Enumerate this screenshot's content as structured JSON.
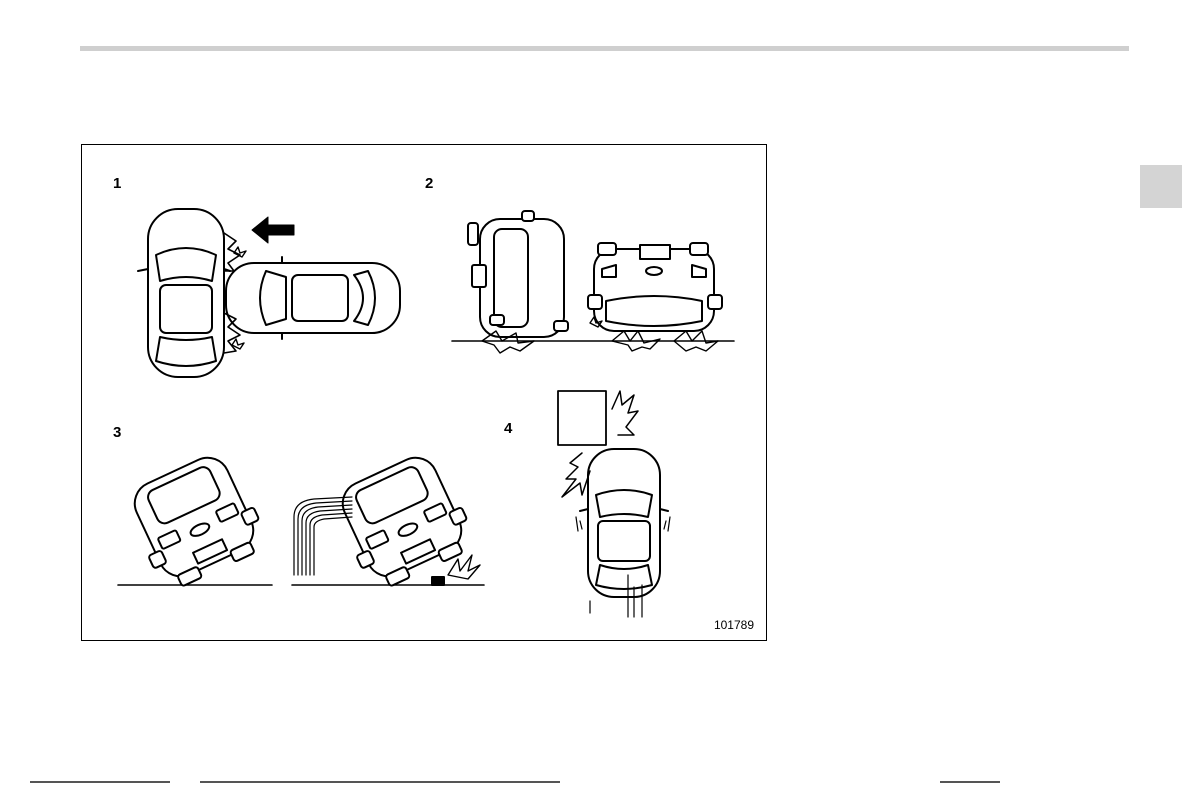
{
  "figure": {
    "panels": [
      {
        "label": "1",
        "scene": "side-impact"
      },
      {
        "label": "2",
        "scene": "rollover"
      },
      {
        "label": "3",
        "scene": "tilt-rollover"
      },
      {
        "label": "4",
        "scene": "frontal-offset"
      }
    ],
    "figure_id": "101789"
  },
  "icons": {
    "impact_arrow": "left-arrow-icon",
    "impact_burst": "starburst-icon"
  }
}
